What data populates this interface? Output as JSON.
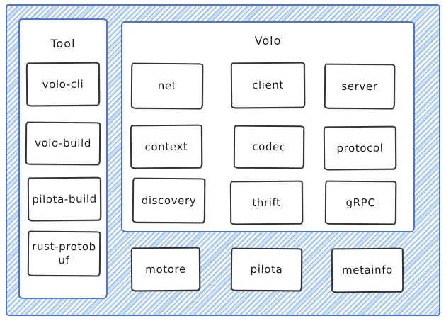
{
  "diagram": {
    "colors": {
      "frame_blue": "#4f74d8",
      "hatch_blue": "#94bae7",
      "node_border": "#343434",
      "node_fill": "#ffffff",
      "text": "#1d1d1d"
    },
    "tool_group": {
      "title": "Tool",
      "nodes": [
        {
          "label": "volo-cli"
        },
        {
          "label": "volo-build"
        },
        {
          "label": "pilota-build"
        },
        {
          "label": "rust-protobuf"
        }
      ]
    },
    "volo_group": {
      "title": "Volo",
      "nodes": [
        {
          "label": "net"
        },
        {
          "label": "client"
        },
        {
          "label": "server"
        },
        {
          "label": "context"
        },
        {
          "label": "codec"
        },
        {
          "label": "protocol"
        },
        {
          "label": "discovery"
        },
        {
          "label": "thrift"
        },
        {
          "label": "gRPC"
        }
      ]
    },
    "standalone_nodes": [
      {
        "label": "motore"
      },
      {
        "label": "pilota"
      },
      {
        "label": "metainfo"
      }
    ]
  }
}
